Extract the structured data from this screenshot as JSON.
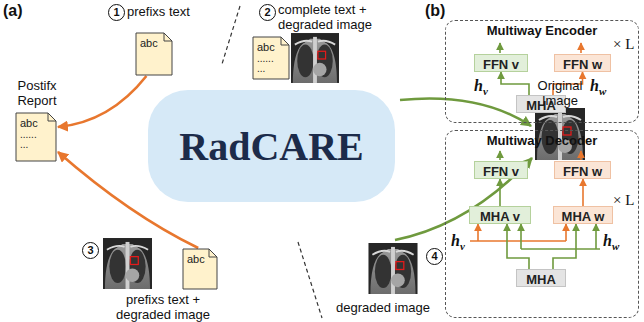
{
  "diagram": {
    "nodes": [
      {
        "text": [
          "RadCARE"
        ]
      },
      {
        "text": [
          "abc"
        ]
      },
      {
        "text": [
          "abc",
          "......",
          "..."
        ]
      },
      {
        "text": [
          "abc",
          "......",
          "..."
        ]
      },
      {
        "text": [
          "abc"
        ]
      },
      {
        "text": [
          "Multiway Encoder"
        ]
      },
      {
        "text": [
          "FFN v"
        ],
        "in": 5
      },
      {
        "text": [
          "FFN w"
        ],
        "in": 5
      },
      {
        "text": [
          "MHA"
        ],
        "in": 5
      },
      {
        "text": [
          "Multiway Decoder"
        ]
      },
      {
        "text": [
          "FFN v"
        ],
        "in": 9
      },
      {
        "text": [
          "FFN w"
        ],
        "in": 9
      },
      {
        "text": [
          "MHA v"
        ],
        "in": 9
      },
      {
        "text": [
          "MHA w"
        ],
        "in": 9
      },
      {
        "text": [
          "MHA"
        ],
        "in": 9
      }
    ],
    "edges": [
      {
        "from": 1,
        "to": 3,
        "arrow": "to"
      },
      {
        "from": 4,
        "to": 3,
        "arrow": "to"
      },
      {
        "from": 8,
        "to": 6,
        "arrow": "to"
      },
      {
        "from": 8,
        "to": 7,
        "arrow": "to"
      },
      {
        "from": 14,
        "to": 12,
        "arrow": "to"
      },
      {
        "from": 14,
        "to": 13,
        "arrow": "to"
      },
      {
        "from": 12,
        "to": 10,
        "arrow": "to"
      },
      {
        "from": 13,
        "to": 11,
        "arrow": "to"
      }
    ],
    "labels": [
      "(a)",
      "1",
      "prefixs text",
      "2",
      "complete text + degraded image",
      "Postifx Report",
      "Original Image",
      "3",
      "prefixs text + degraded image",
      "4",
      "degraded image",
      "(b)",
      "× L",
      "h",
      "v",
      "h",
      "w",
      "× L",
      "h",
      "v",
      "h",
      "w"
    ]
  }
}
